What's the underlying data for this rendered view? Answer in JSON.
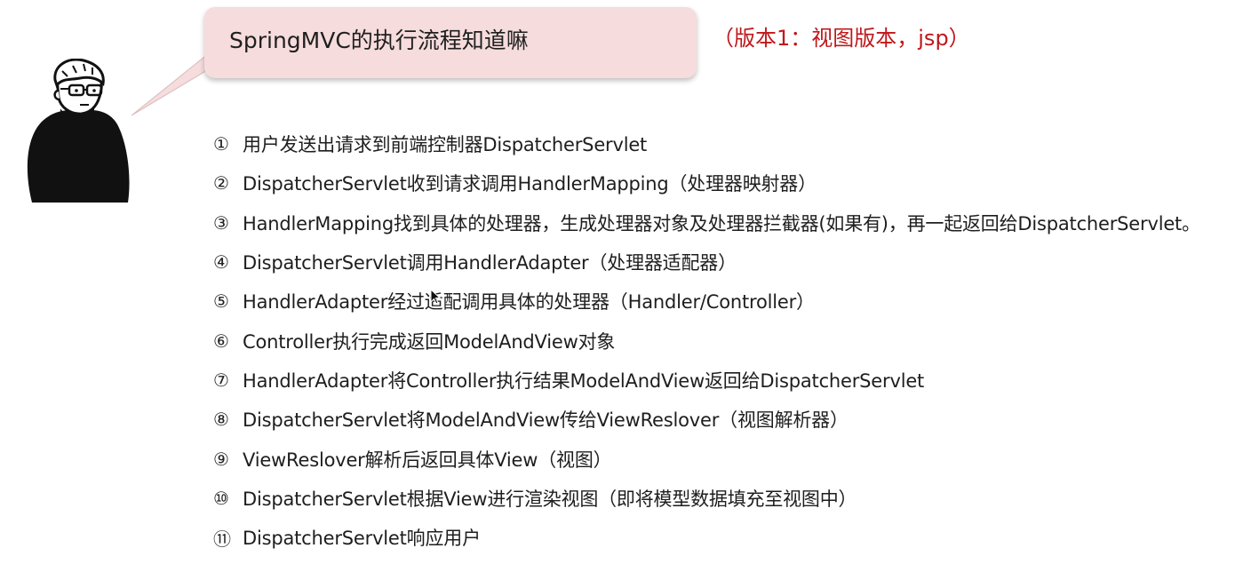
{
  "bubble": {
    "title": "SpringMVC的执行流程知道嘛"
  },
  "version_note": "（版本1：视图版本，jsp）",
  "steps": [
    {
      "num": "①",
      "text": "用户发送出请求到前端控制器DispatcherServlet"
    },
    {
      "num": "②",
      "text": "DispatcherServlet收到请求调用HandlerMapping（处理器映射器）"
    },
    {
      "num": "③",
      "text": "HandlerMapping找到具体的处理器，生成处理器对象及处理器拦截器(如果有)，再一起返回给DispatcherServlet。"
    },
    {
      "num": "④",
      "text": "DispatcherServlet调用HandlerAdapter（处理器适配器）"
    },
    {
      "num": "⑤",
      "text": "HandlerAdapter经过适配调用具体的处理器（Handler/Controller）"
    },
    {
      "num": "⑥",
      "text": "Controller执行完成返回ModelAndView对象"
    },
    {
      "num": "⑦",
      "text": "HandlerAdapter将Controller执行结果ModelAndView返回给DispatcherServlet"
    },
    {
      "num": "⑧",
      "text": "DispatcherServlet将ModelAndView传给ViewReslover（视图解析器）"
    },
    {
      "num": "⑨",
      "text": "ViewReslover解析后返回具体View（视图）"
    },
    {
      "num": "⑩",
      "text": "DispatcherServlet根据View进行渲染视图（即将模型数据填充至视图中）"
    },
    {
      "num": "⑪",
      "text": "DispatcherServlet响应用户"
    }
  ],
  "colors": {
    "bubble_fill": "#f6dcdc",
    "note_red": "#c0181b"
  },
  "icons": {
    "character": "person-with-glasses-icon",
    "pointer": "mouse-cursor-icon"
  }
}
